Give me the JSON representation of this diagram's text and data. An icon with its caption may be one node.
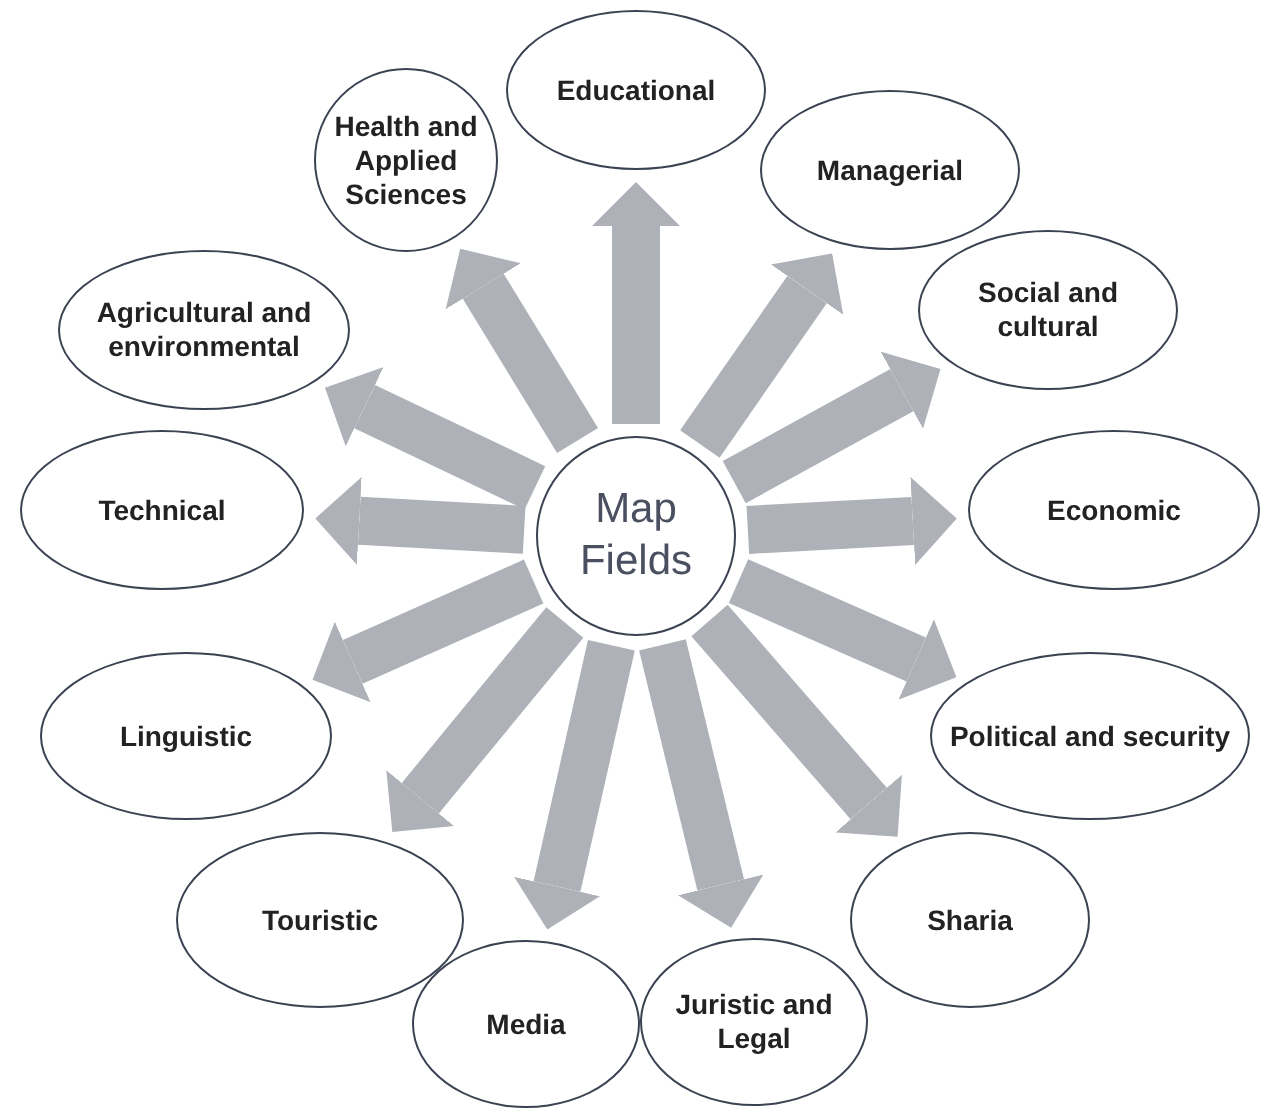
{
  "diagram": {
    "nodes": [
      {
        "text": [
          "Map Fields"
        ]
      },
      {
        "text": [
          "Educational"
        ]
      },
      {
        "text": [
          "Health and Applied Sciences"
        ]
      },
      {
        "text": [
          "Managerial"
        ]
      },
      {
        "text": [
          "Agricultural and environmental"
        ]
      },
      {
        "text": [
          "Social and cultural"
        ]
      },
      {
        "text": [
          "Technical"
        ]
      },
      {
        "text": [
          "Economic"
        ]
      },
      {
        "text": [
          "Linguistic"
        ]
      },
      {
        "text": [
          "Political and security"
        ]
      },
      {
        "text": [
          "Touristic"
        ]
      },
      {
        "text": [
          "Sharia"
        ]
      },
      {
        "text": [
          "Media"
        ]
      },
      {
        "text": [
          "Juristic and Legal"
        ]
      }
    ],
    "edges": [
      {
        "from": 0,
        "to": 1,
        "arrow": "to"
      },
      {
        "from": 0,
        "to": 2,
        "arrow": "to"
      },
      {
        "from": 0,
        "to": 3,
        "arrow": "to"
      },
      {
        "from": 0,
        "to": 4,
        "arrow": "to"
      },
      {
        "from": 0,
        "to": 5,
        "arrow": "to"
      },
      {
        "from": 0,
        "to": 6,
        "arrow": "to"
      },
      {
        "from": 0,
        "to": 7,
        "arrow": "to"
      },
      {
        "from": 0,
        "to": 8,
        "arrow": "to"
      },
      {
        "from": 0,
        "to": 9,
        "arrow": "to"
      },
      {
        "from": 0,
        "to": 10,
        "arrow": "to"
      },
      {
        "from": 0,
        "to": 11,
        "arrow": "to"
      },
      {
        "from": 0,
        "to": 12,
        "arrow": "to"
      },
      {
        "from": 0,
        "to": 13,
        "arrow": "to"
      }
    ]
  }
}
